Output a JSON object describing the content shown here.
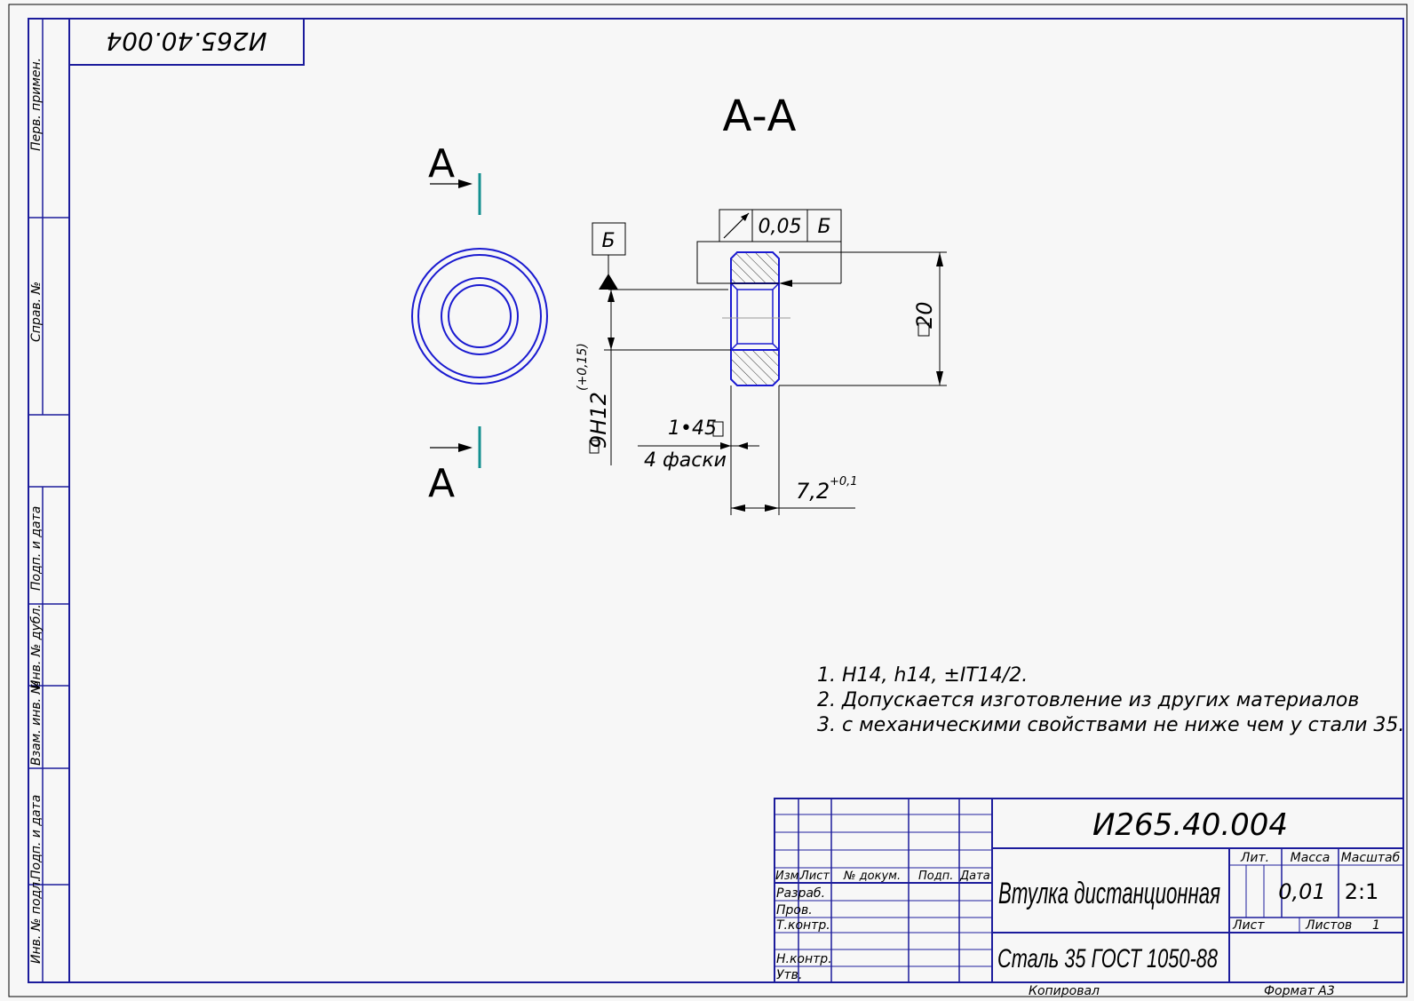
{
  "drawing": {
    "code": "И265.40.004",
    "code_rotated": "И265.40.004",
    "section_title": "А-А",
    "section_marker_top": "А",
    "section_marker_bottom": "А",
    "datum_letter": "Б",
    "tolerance": {
      "symbol": "runout-arrow-icon",
      "value": "0,05",
      "datum": "Б"
    },
    "dimensions": {
      "outer_diameter": "20",
      "bore": "9H12",
      "bore_tolerance": "(+0,15)",
      "chamfer": "1•45",
      "chamfer_note": "4 фаски",
      "width": "7,2",
      "width_tolerance": "+0,1"
    }
  },
  "notes": [
    "1.  H14, h14, ±IT14/2.",
    "2.  Допускается изготовление из других материалов",
    "3.  с механическими свойствами не ниже чем у стали 35."
  ],
  "side_labels": {
    "perv_primen": "Перв. примен.",
    "sprav_no": "Справ. №",
    "podp_data_1": "Подп. и дата",
    "inv_dubl": "Инв. № дубл.",
    "vzam_inv": "Взам. инв. №",
    "podp_data_2": "Подп. и дата",
    "inv_podl": "Инв. № подл."
  },
  "title_block": {
    "code": "И265.40.004",
    "name": "Втулка дистанционная",
    "material": "Сталь 35  ГОСТ 1050-88",
    "headers": {
      "izm": "Изм.",
      "list": "Лист",
      "doc_no": "№ докум.",
      "podp": "Подп.",
      "data": "Дата"
    },
    "rows": {
      "razrab": "Разраб.",
      "prov": "Пров.",
      "tkontr": "Т.контр.",
      "nkontr": "Н.контр.",
      "utv": "Утв."
    },
    "lit_label": "Лит.",
    "massa_label": "Масса",
    "masshtab_label": "Масштаб",
    "massa_value": "0,01",
    "masshtab_value": "2:1",
    "list_label": "Лист",
    "listov_label": "Листов",
    "listov_value": "1"
  },
  "footer": {
    "kopiroval": "Копировал",
    "format": "Формат  A3"
  }
}
